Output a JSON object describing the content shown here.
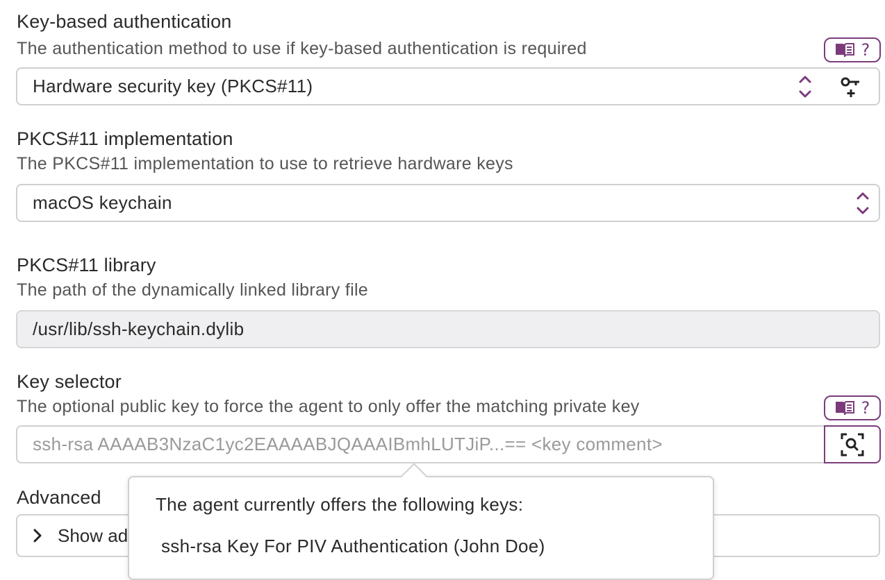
{
  "key_auth": {
    "title": "Key-based authentication",
    "description": "The authentication method to use if key-based authentication is required",
    "selected": "Hardware security key (PKCS#11)",
    "help_icon": "book-icon",
    "help_label": "?",
    "add_key_icon": "key-add-icon"
  },
  "pkcs_impl": {
    "title": "PKCS#11 implementation",
    "description": "The PKCS#11 implementation to use to retrieve hardware keys",
    "selected": "macOS keychain"
  },
  "pkcs_lib": {
    "title": "PKCS#11 library",
    "description": "The path of the dynamically linked library file",
    "value": "/usr/lib/ssh-keychain.dylib"
  },
  "key_selector": {
    "title": "Key selector",
    "description": "The optional public key to force the agent to only offer the matching private key",
    "placeholder": "ssh-rsa AAAAB3NzaC1yc2EAAAABJQAAAIBmhLUTJiP...== <key comment>",
    "help_label": "?",
    "search_icon": "scan-search-icon"
  },
  "advanced": {
    "title": "Advanced",
    "toggle_label": "Show advanced options"
  },
  "popover": {
    "heading": "The agent currently offers the following keys:",
    "keys": [
      "ssh-rsa Key For PIV Authentication (John Doe)"
    ]
  },
  "colors": {
    "accent": "#7b3b7b",
    "border": "#d0d0d0",
    "disabled_bg": "#efeff1"
  }
}
